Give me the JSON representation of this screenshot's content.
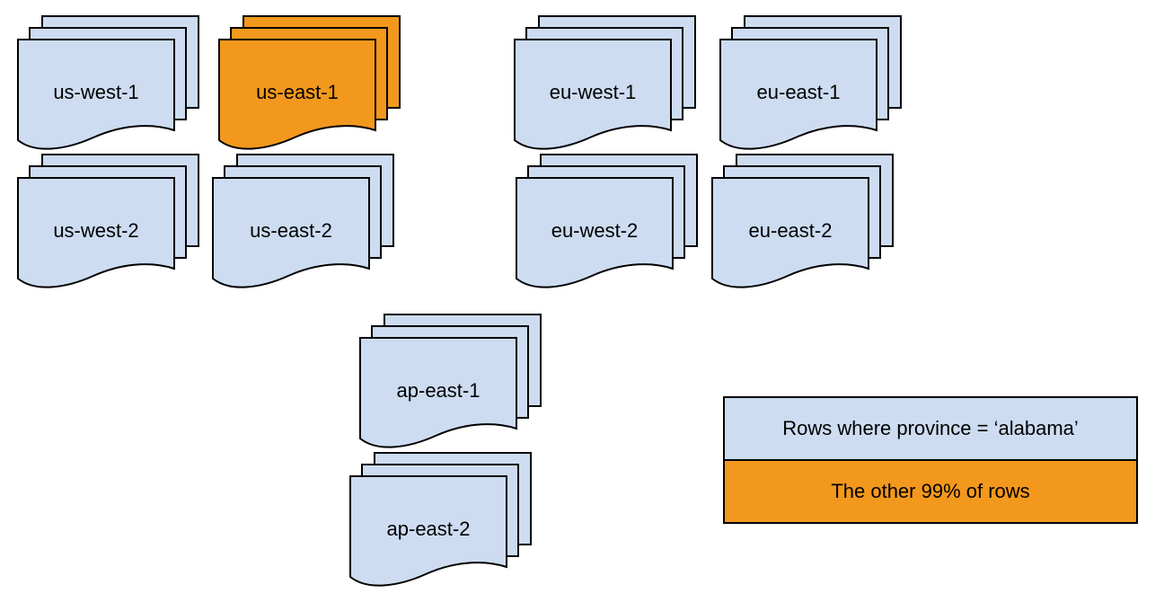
{
  "colors": {
    "page_blue": "#cddcf1",
    "page_orange": "#f2981d",
    "stroke": "#000000",
    "background": "#ffffff"
  },
  "stacks": [
    {
      "id": "us-west-1",
      "label": "us-west-1",
      "variant": "blue"
    },
    {
      "id": "us-east-1",
      "label": "us-east-1",
      "variant": "orange"
    },
    {
      "id": "eu-west-1",
      "label": "eu-west-1",
      "variant": "blue"
    },
    {
      "id": "eu-east-1",
      "label": "eu-east-1",
      "variant": "blue"
    },
    {
      "id": "us-west-2",
      "label": "us-west-2",
      "variant": "blue"
    },
    {
      "id": "us-east-2",
      "label": "us-east-2",
      "variant": "blue"
    },
    {
      "id": "eu-west-2",
      "label": "eu-west-2",
      "variant": "blue"
    },
    {
      "id": "eu-east-2",
      "label": "eu-east-2",
      "variant": "blue"
    },
    {
      "id": "ap-east-1",
      "label": "ap-east-1",
      "variant": "blue"
    },
    {
      "id": "ap-east-2",
      "label": "ap-east-2",
      "variant": "blue"
    }
  ],
  "legend": {
    "items": [
      {
        "label": "Rows where province = ‘alabama’",
        "variant": "blue"
      },
      {
        "label": "The other 99% of rows",
        "variant": "orange"
      }
    ]
  }
}
